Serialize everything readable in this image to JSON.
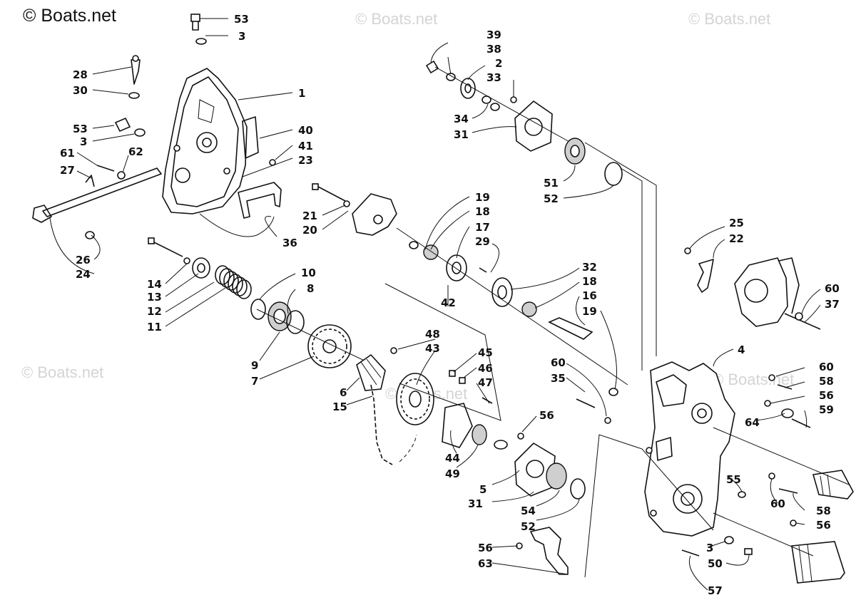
{
  "watermark": {
    "main": "© Boats.net",
    "faded": "© Boats.net"
  },
  "callouts": [
    {
      "text": "53"
    },
    {
      "text": "3"
    },
    {
      "text": "28"
    },
    {
      "text": "30"
    },
    {
      "text": "1"
    },
    {
      "text": "53"
    },
    {
      "text": "3"
    },
    {
      "text": "40"
    },
    {
      "text": "41"
    },
    {
      "text": "23"
    },
    {
      "text": "61"
    },
    {
      "text": "62"
    },
    {
      "text": "27"
    },
    {
      "text": "26"
    },
    {
      "text": "24"
    },
    {
      "text": "36"
    },
    {
      "text": "21"
    },
    {
      "text": "20"
    },
    {
      "text": "19"
    },
    {
      "text": "18"
    },
    {
      "text": "17"
    },
    {
      "text": "29"
    },
    {
      "text": "14"
    },
    {
      "text": "13"
    },
    {
      "text": "12"
    },
    {
      "text": "11"
    },
    {
      "text": "10"
    },
    {
      "text": "8"
    },
    {
      "text": "9"
    },
    {
      "text": "7"
    },
    {
      "text": "6"
    },
    {
      "text": "15"
    },
    {
      "text": "42"
    },
    {
      "text": "48"
    },
    {
      "text": "43"
    },
    {
      "text": "45"
    },
    {
      "text": "46"
    },
    {
      "text": "47"
    },
    {
      "text": "44"
    },
    {
      "text": "49"
    },
    {
      "text": "5"
    },
    {
      "text": "31"
    },
    {
      "text": "56"
    },
    {
      "text": "54"
    },
    {
      "text": "52"
    },
    {
      "text": "39"
    },
    {
      "text": "38"
    },
    {
      "text": "2"
    },
    {
      "text": "33"
    },
    {
      "text": "34"
    },
    {
      "text": "31"
    },
    {
      "text": "51"
    },
    {
      "text": "52"
    },
    {
      "text": "32"
    },
    {
      "text": "18"
    },
    {
      "text": "16"
    },
    {
      "text": "19"
    },
    {
      "text": "60"
    },
    {
      "text": "35"
    },
    {
      "text": "4"
    },
    {
      "text": "25"
    },
    {
      "text": "22"
    },
    {
      "text": "60"
    },
    {
      "text": "37"
    },
    {
      "text": "60"
    },
    {
      "text": "58"
    },
    {
      "text": "56"
    },
    {
      "text": "64"
    },
    {
      "text": "59"
    },
    {
      "text": "55"
    },
    {
      "text": "60"
    },
    {
      "text": "58"
    },
    {
      "text": "56"
    },
    {
      "text": "56"
    },
    {
      "text": "63"
    },
    {
      "text": "3"
    },
    {
      "text": "50"
    },
    {
      "text": "57"
    }
  ]
}
